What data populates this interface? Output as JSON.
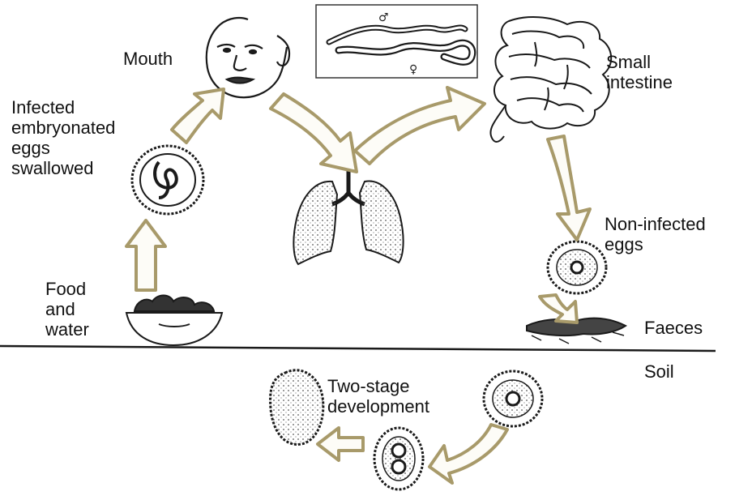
{
  "labels": {
    "mouth": "Mouth",
    "small_intestine": [
      "Small",
      "intestine"
    ],
    "infected_eggs": [
      "Infected",
      "embryonated",
      "eggs",
      "swallowed"
    ],
    "non_infected_eggs": [
      "Non-infected",
      "eggs"
    ],
    "food_and_water": [
      "Food",
      "and",
      "water"
    ],
    "faeces": "Faeces",
    "soil": "Soil",
    "two_stage": [
      "Two-stage",
      "development"
    ]
  },
  "worm_symbols": {
    "male": "♂",
    "female": "♀"
  },
  "colors": {
    "arrow_fill": "#fdfcf7",
    "arrow_outline": "#a89a6a",
    "ink": "#1a1a1a"
  }
}
